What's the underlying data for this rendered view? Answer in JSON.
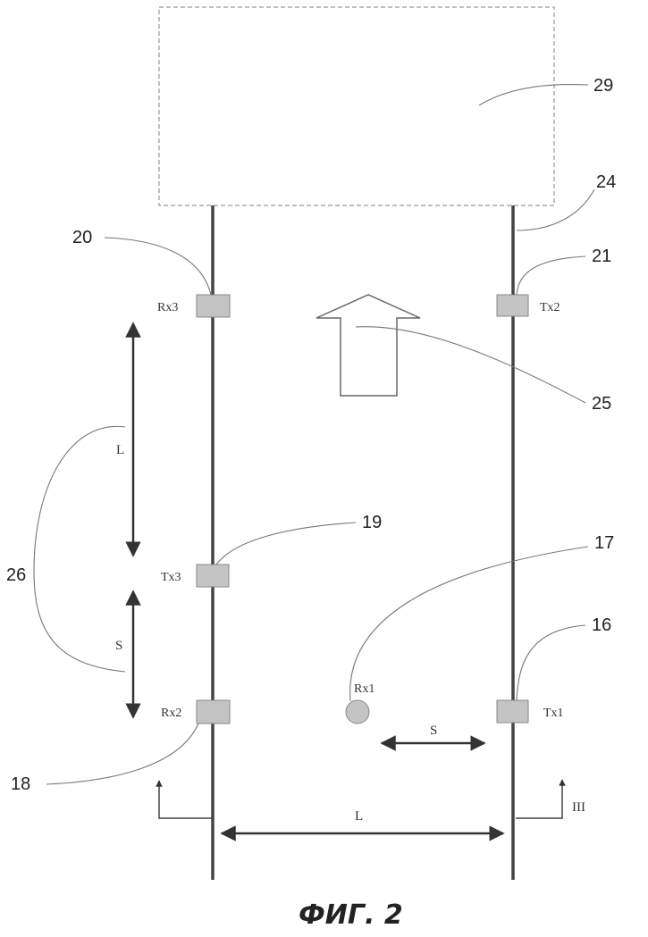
{
  "labels": {
    "n29": "29",
    "n24": "24",
    "n20": "20",
    "n21": "21",
    "n25": "25",
    "n26": "26",
    "n19": "19",
    "n17": "17",
    "n16": "16",
    "n18": "18"
  },
  "devices": {
    "rx3": "Rx3",
    "tx2": "Tx2",
    "tx3": "Tx3",
    "rx2": "Rx2",
    "rx1": "Rx1",
    "tx1": "Tx1"
  },
  "dimensions": {
    "L_vertical": "L",
    "S_vertical": "S",
    "S_horizontal": "S",
    "L_horizontal": "L"
  },
  "section_mark": "III",
  "caption": "ФИГ. 2"
}
